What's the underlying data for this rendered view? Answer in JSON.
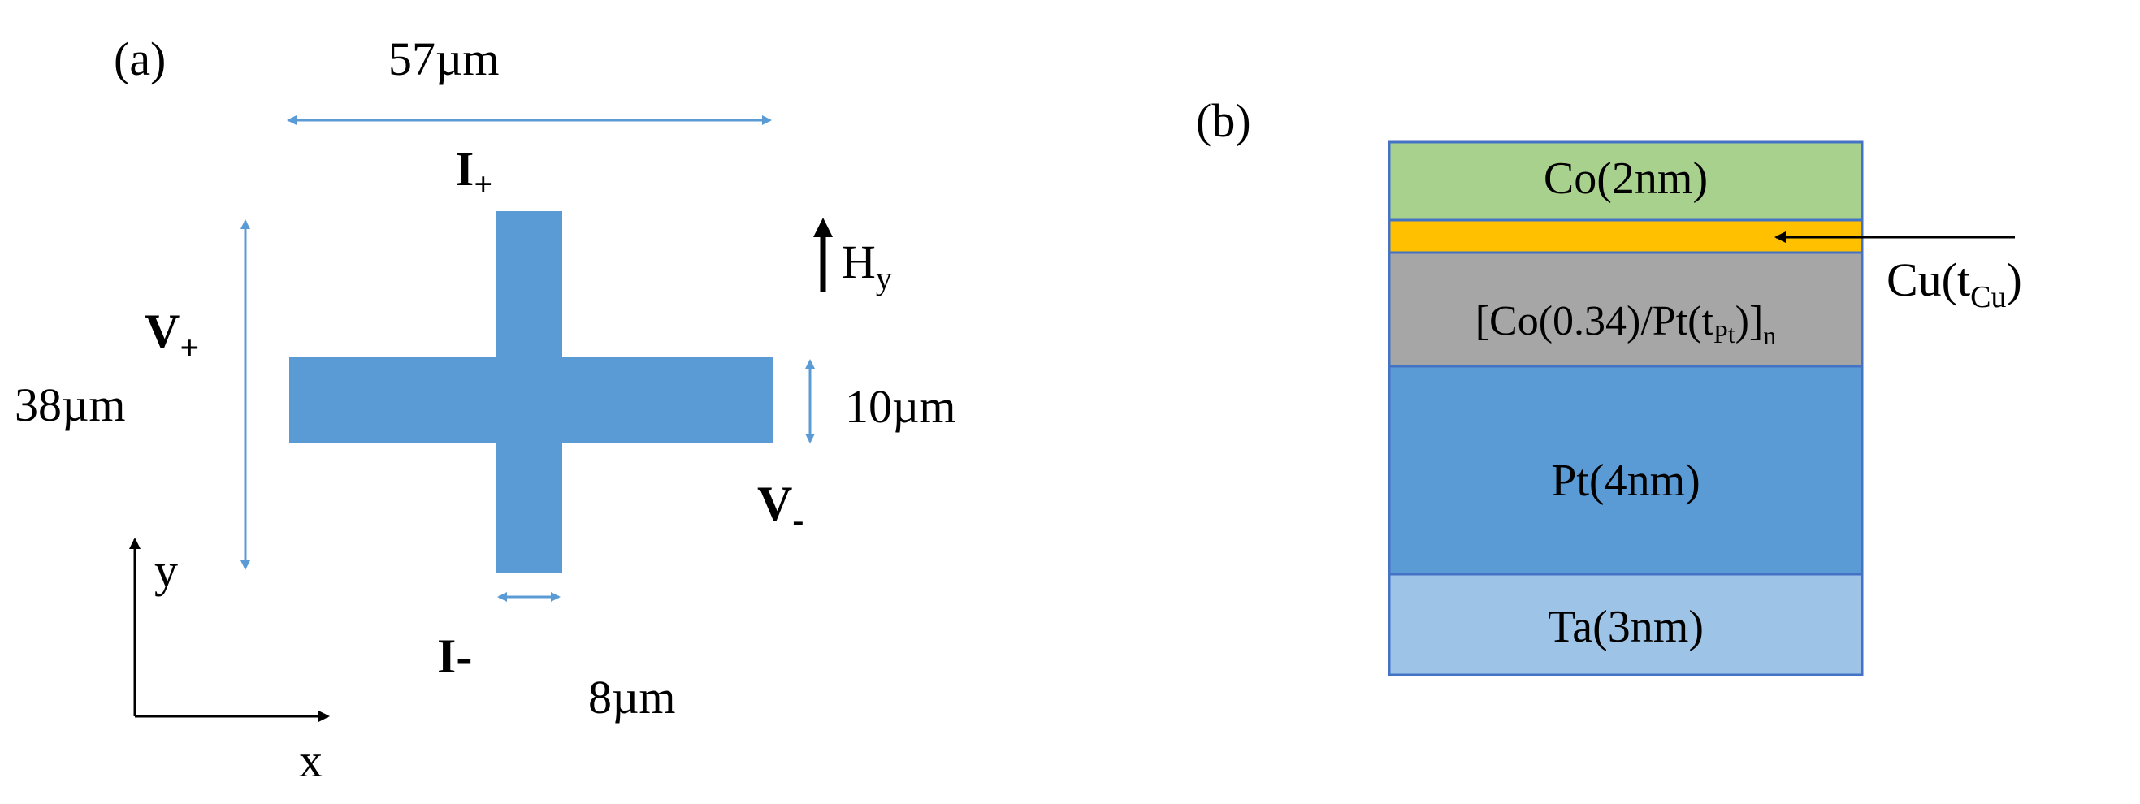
{
  "panel_a": {
    "label": "(a)",
    "width_dim": "57µm",
    "height_dim": "38µm",
    "arm_width_dim": "10µm",
    "bar_width_dim": "8µm",
    "terminal_i_plus": "I",
    "terminal_i_plus_sub": "+",
    "terminal_i_minus": "I-",
    "terminal_v_plus": "V",
    "terminal_v_plus_sub": "+",
    "terminal_v_minus": "V",
    "terminal_v_minus_sub": "-",
    "field_label": "H",
    "field_label_sub": "y",
    "axis_x": "x",
    "axis_y": "y",
    "hallbar_color": "#5b9bd5",
    "dimension_arrow_color": "#5b9bd5"
  },
  "panel_b": {
    "label": "(b)",
    "layers": [
      {
        "name": "Co(2nm)",
        "color": "#a9d18e"
      },
      {
        "name": "",
        "color": "#ffc000"
      },
      {
        "name": "[Co(0.34)/Pt(t",
        "sub1": "Pt",
        "close": ")]",
        "sub2": "n",
        "color": "#a6a6a6"
      },
      {
        "name": "Pt(4nm)",
        "color": "#5b9bd5"
      },
      {
        "name": "Ta(3nm)",
        "color": "#9dc3e6"
      }
    ],
    "cu_label": "Cu(t",
    "cu_label_sub": "Cu",
    "cu_label_close": ")"
  }
}
